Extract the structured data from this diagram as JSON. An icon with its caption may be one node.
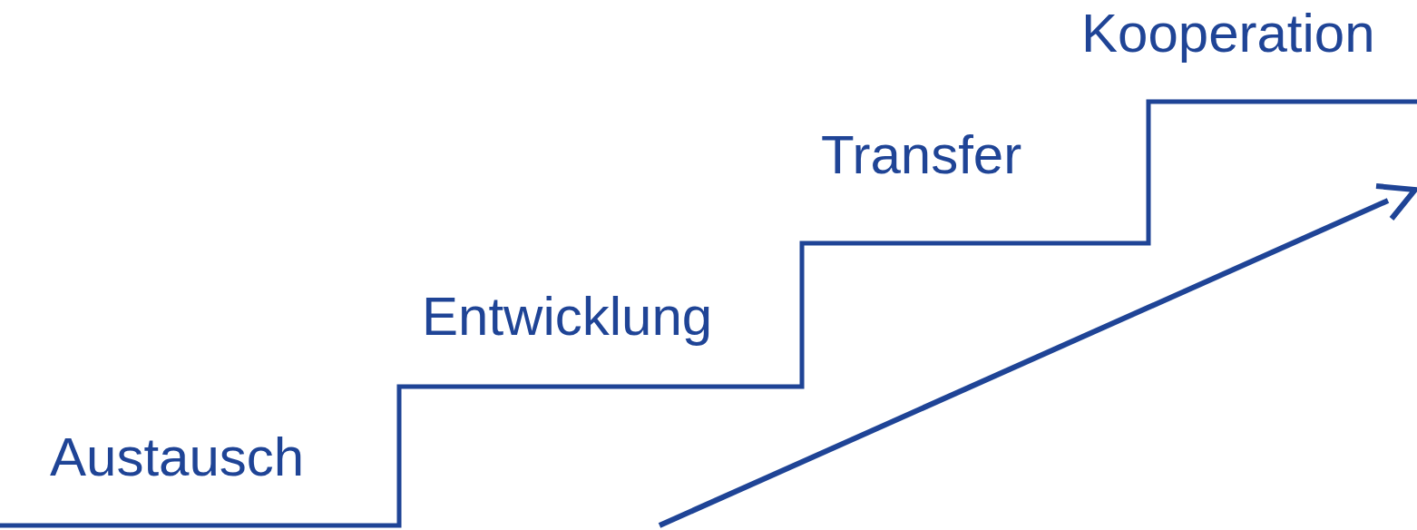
{
  "diagram": {
    "labels": [
      "Austausch",
      "Entwicklung",
      "Transfer",
      "Kooperation"
    ]
  }
}
